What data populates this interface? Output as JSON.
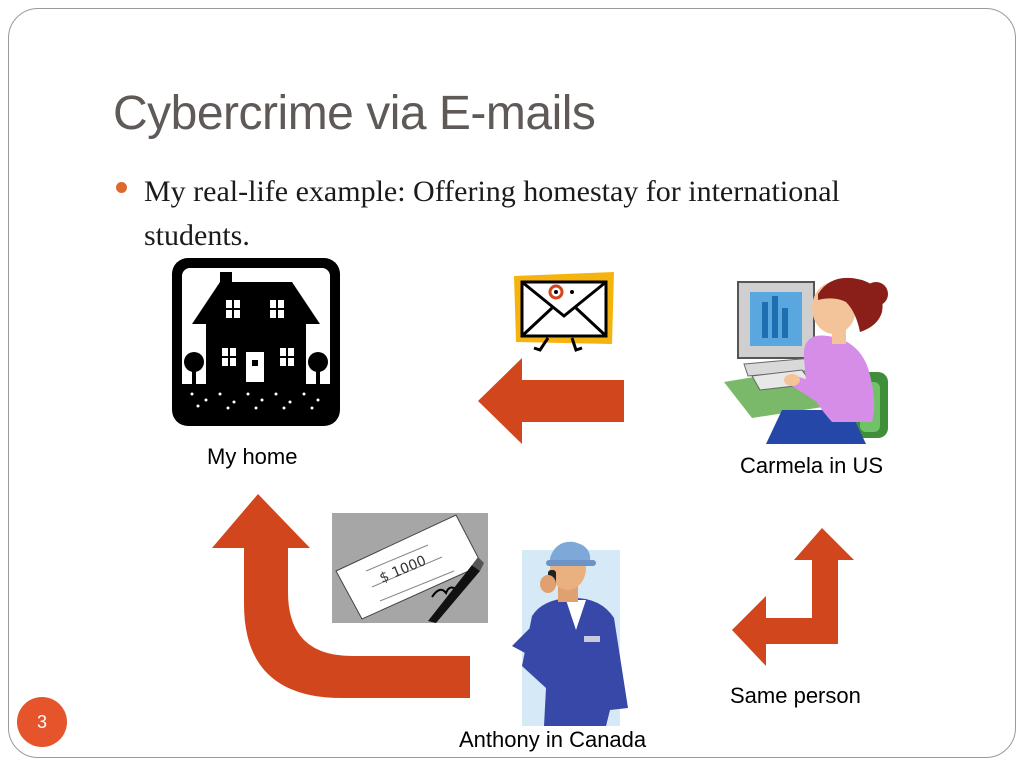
{
  "slide": {
    "title": "Cybercrime via E-mails",
    "bullet": "My real-life example: Offering homestay for international students.",
    "page_number": "3"
  },
  "captions": {
    "home": "My home",
    "carmela": "Carmela in US",
    "same_person": "Same person",
    "anthony": "Anthony in Canada"
  },
  "colors": {
    "title": "#5f5a57",
    "bullet": "#dd6a2c",
    "arrow": "#d2461e",
    "badge": "#e5542a"
  },
  "icons": {
    "home": "house-icon",
    "email": "envelope-icon",
    "computer_user": "woman-at-computer-icon",
    "cheque": "cheque-icon",
    "worker": "man-on-phone-icon"
  }
}
